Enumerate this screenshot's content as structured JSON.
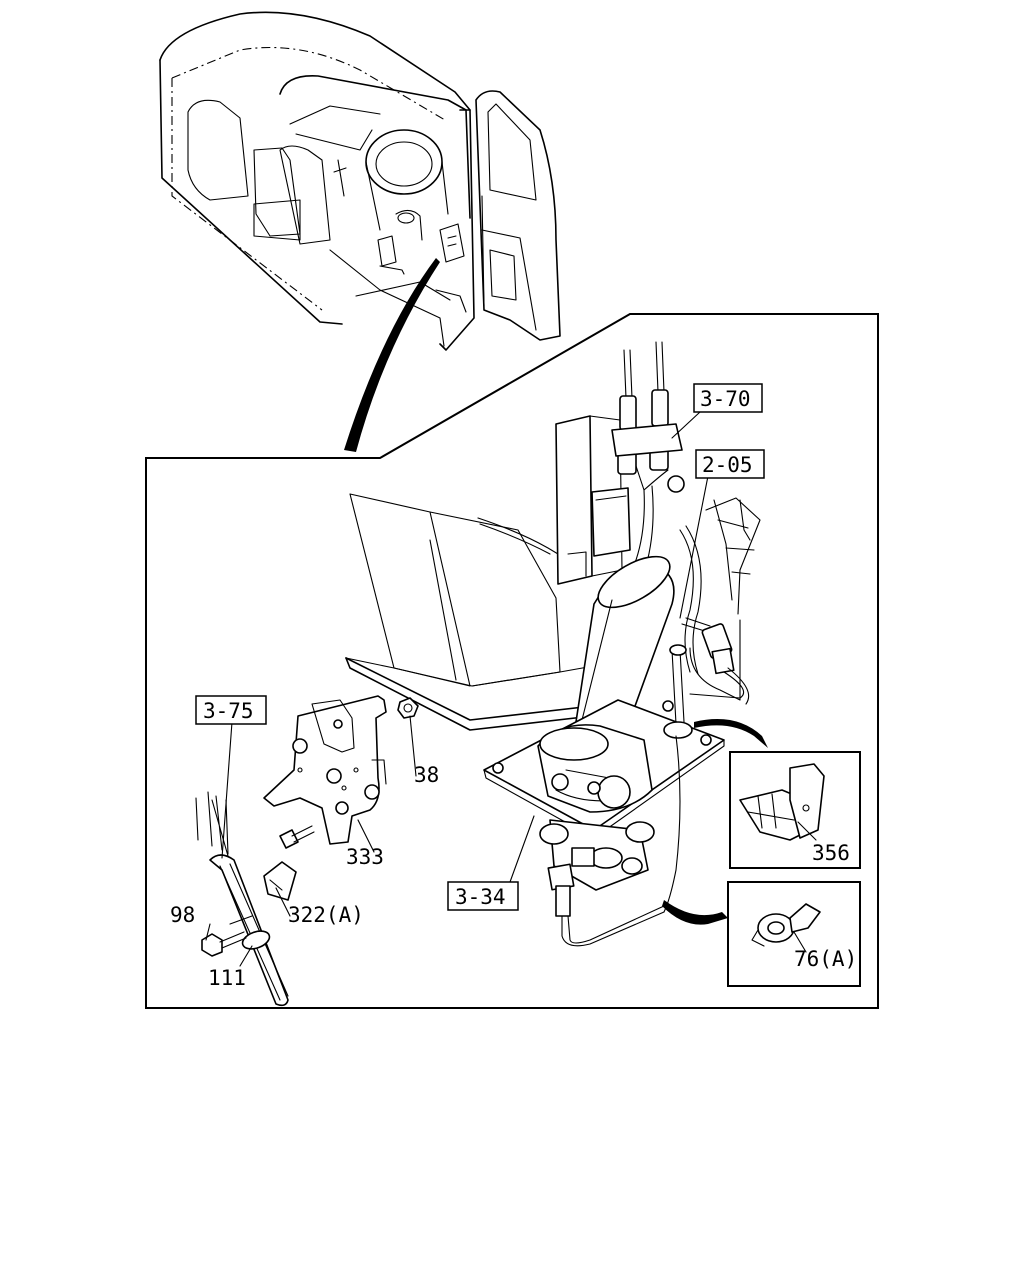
{
  "callouts": {
    "ref_3_70": "3-70",
    "ref_2_05": "2-05",
    "ref_3_75": "3-75",
    "ref_3_34": "3-34",
    "part_38": "38",
    "part_333": "333",
    "part_322a": "322(A)",
    "part_98": "98",
    "part_111": "111",
    "part_356": "356",
    "part_76a": "76(A)"
  },
  "colors": {
    "line": "#000000",
    "background": "#ffffff"
  }
}
